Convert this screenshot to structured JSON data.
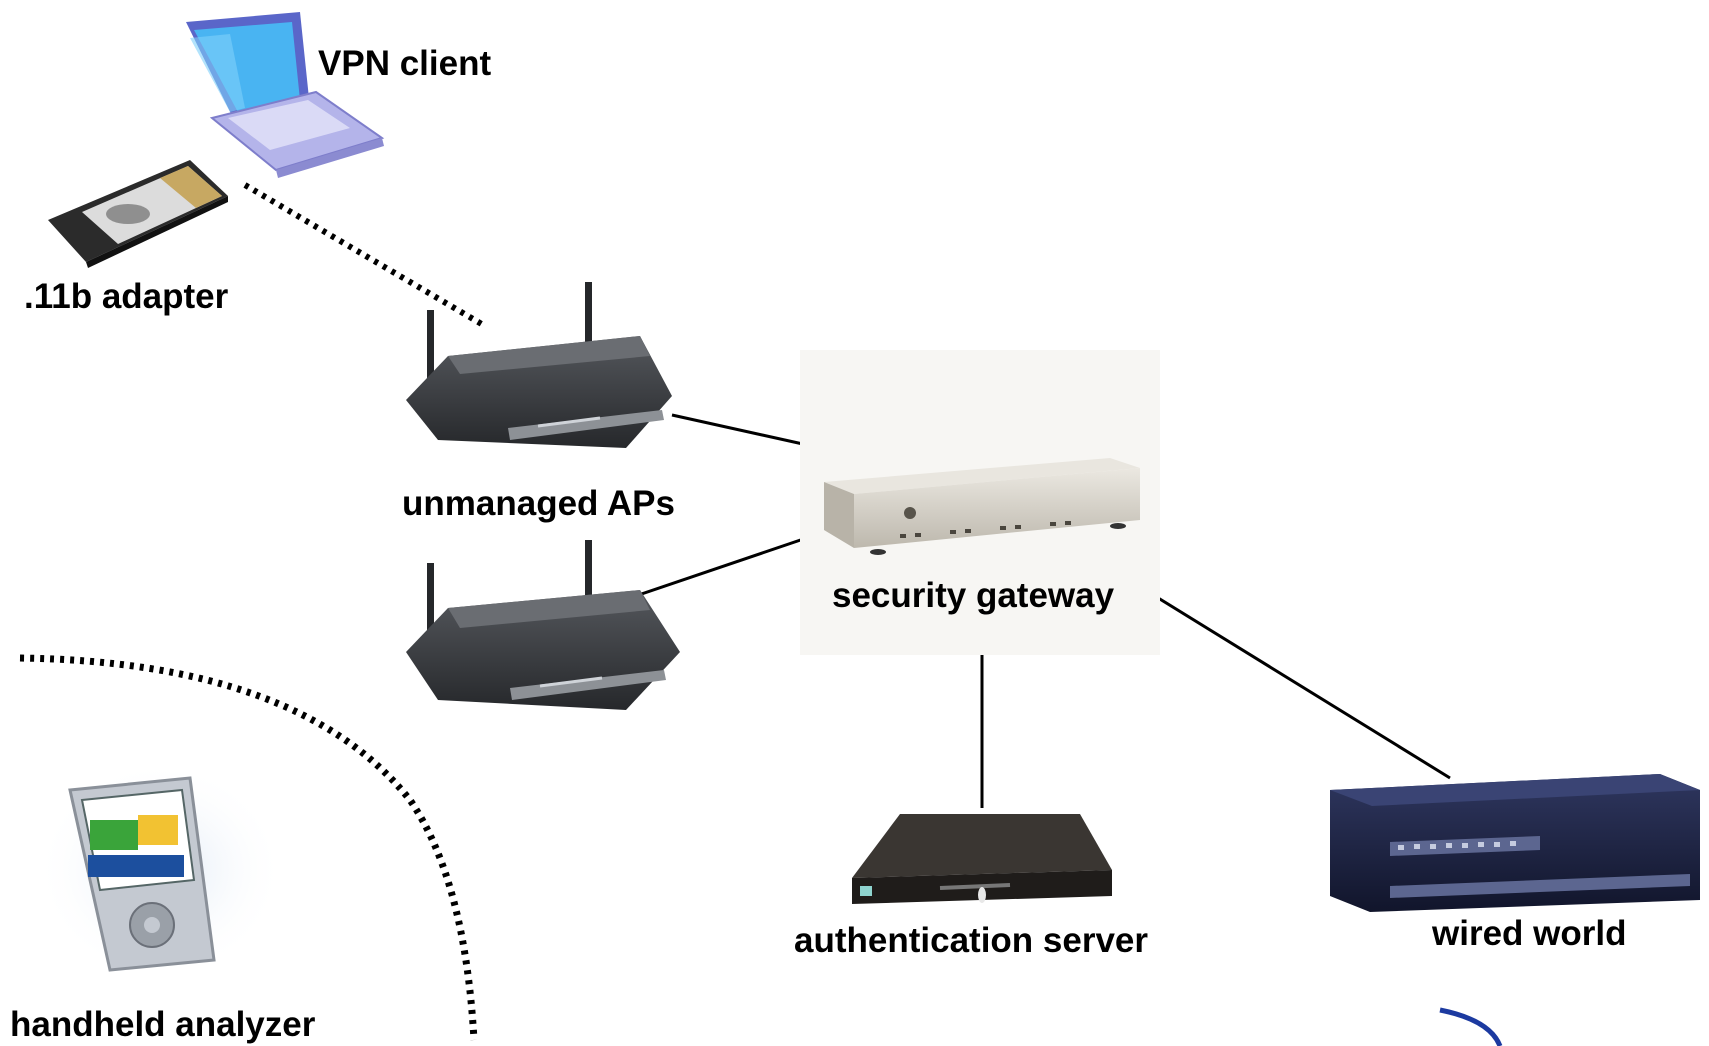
{
  "labels": {
    "vpn_client": "VPN client",
    "adapter": ".11b adapter",
    "unmanaged_aps": "unmanaged APs",
    "security_gateway": "security gateway",
    "handheld_analyzer": "handheld analyzer",
    "authentication_server": "authentication server",
    "wired_world": "wired world"
  },
  "colors": {
    "line": "#000000",
    "laptop_screen": "#44aaf0",
    "laptop_body": "#a9a9e6",
    "router": "#3a3c40",
    "gateway": "#dcd8cf",
    "server": "#2d2a27",
    "switch": "#1d2340",
    "pda": "#c9cdd3"
  }
}
